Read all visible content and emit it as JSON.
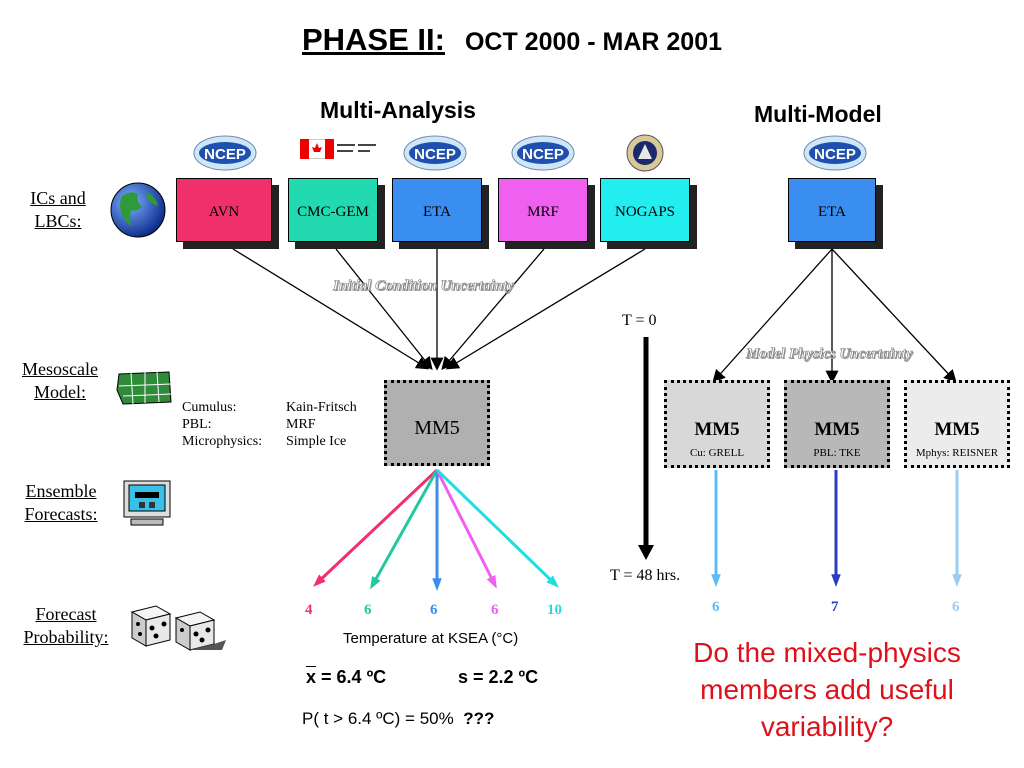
{
  "title": {
    "phase": "PHASE II:",
    "dates": "OCT 2000 - MAR 2001"
  },
  "headers": {
    "multi_analysis": "Multi-Analysis",
    "multi_model": "Multi-Model"
  },
  "side_labels": {
    "ics": [
      "ICs and",
      "LBCs:"
    ],
    "mesoscale": [
      "Mesoscale",
      "Model:"
    ],
    "ensemble": [
      "Ensemble",
      "Forecasts:"
    ],
    "probability": [
      "Forecast",
      "Probability:"
    ]
  },
  "logo_text": "NCEP",
  "analysis_boxes": [
    {
      "label": "AVN",
      "color": "#f0306a"
    },
    {
      "label": "CMC-GEM",
      "color": "#22d9b0"
    },
    {
      "label": "ETA",
      "color": "#3a8ef0"
    },
    {
      "label": "MRF",
      "color": "#f060f0"
    },
    {
      "label": "NOGAPS",
      "color": "#22eef0"
    }
  ],
  "model_box": {
    "label": "ETA",
    "color": "#3a8ef0"
  },
  "uncertainty": {
    "initial": "Initial Condition Uncertainty",
    "physics": "Model Physics Uncertainty"
  },
  "center_mm5": {
    "label": "MM5",
    "color": "#b0b0b0"
  },
  "config": {
    "keys": [
      "Cumulus:",
      "PBL:",
      "Microphysics:"
    ],
    "values": [
      "Kain-Fritsch",
      "MRF",
      "Simple Ice"
    ]
  },
  "mm5_models": [
    {
      "label": "MM5",
      "sub": "Cu: GRELL",
      "color": "#d8d8d8"
    },
    {
      "label": "MM5",
      "sub": "PBL: TKE",
      "color": "#b8b8b8"
    },
    {
      "label": "MM5",
      "sub": "Mphys: REISNER",
      "color": "#ececec"
    }
  ],
  "time": {
    "t0": "T = 0",
    "t48": "T = 48 hrs."
  },
  "ensemble_values": [
    {
      "value": "4",
      "color": "#f0306a"
    },
    {
      "value": "6",
      "color": "#22c9a0"
    },
    {
      "value": "6",
      "color": "#3a8ef0"
    },
    {
      "value": "6",
      "color": "#f060f0"
    },
    {
      "value": "10",
      "color": "#22dde0"
    }
  ],
  "model_values": [
    {
      "value": "6",
      "color": "#5bbcf5"
    },
    {
      "value": "7",
      "color": "#2a3fc0"
    },
    {
      "value": "6",
      "color": "#99ccf5"
    }
  ],
  "stats": {
    "axis_label": "Temperature at KSEA (°C)",
    "mean_symbol": "x",
    "mean": "= 6.4 ºC",
    "sd": "s = 2.2 ºC",
    "prob": "P( t > 6.4 ºC) = 50%",
    "unknown": "???"
  },
  "question": [
    "Do the mixed-physics",
    "members add useful",
    "variability?"
  ],
  "question_color": "#e0101a"
}
